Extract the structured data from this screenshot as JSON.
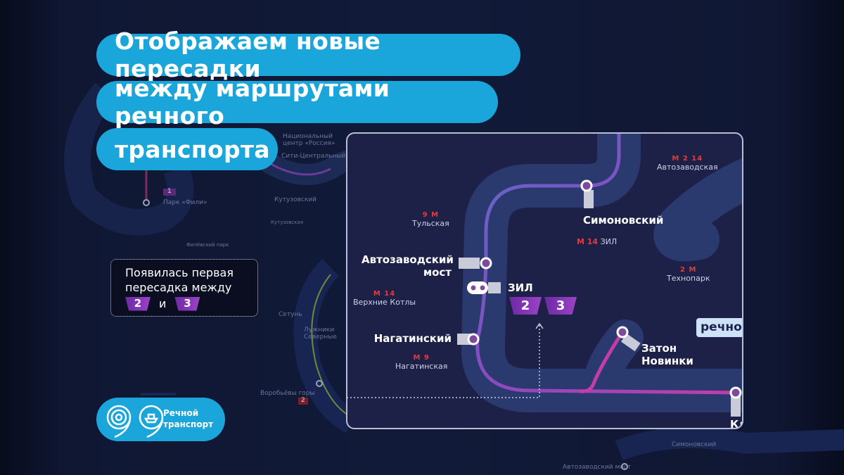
{
  "title_lines": [
    "Отображаем новые пересадки",
    "между маршрутами речного",
    "транспорта"
  ],
  "callout": {
    "text_line1": "Появилась первая",
    "text_line2": "пересадка между",
    "route_a": "2",
    "conjunction": "и",
    "route_b": "3"
  },
  "logo": {
    "line1": "Речной",
    "line2": "транспорт"
  },
  "background_labels": [
    "Национальный центр «Россия»",
    "Сити-Центральный",
    "Кутузовский",
    "Парк «Фили»",
    "1",
    "Сетунь",
    "Лужники Северные",
    "Воробьёвы горы",
    "2",
    "Симоновский",
    "Автозаводский мост",
    "Кутузовская",
    "Филёвский парк"
  ],
  "map": {
    "river_stations": [
      {
        "name_line1": "Симоновский",
        "name_line2": ""
      },
      {
        "name_line1": "Автозаводский",
        "name_line2": "мост"
      },
      {
        "name_line1": "ЗИЛ",
        "name_line2": ""
      },
      {
        "name_line1": "Нагатинский",
        "name_line2": ""
      },
      {
        "name_line1": "Затон",
        "name_line2": "Новинки"
      },
      {
        "name_line1": "Кл",
        "name_line2": ""
      }
    ],
    "metro_stations": [
      {
        "name": "Автозаводская",
        "icons": "М 2 14"
      },
      {
        "name": "Тульская",
        "icons": "9 М"
      },
      {
        "name": "ЗИЛ",
        "icons": "М 14"
      },
      {
        "name": "Технопарк",
        "icons": "2 М"
      },
      {
        "name": "Верхние Котлы",
        "icons": "М 14"
      },
      {
        "name": "Нагатинская",
        "icons": "М 9"
      }
    ],
    "route_badges": [
      "2",
      "3"
    ],
    "cut_label": "речно",
    "colors": {
      "route": "#c43ca9",
      "river": "#2b3a6e",
      "panel": "#1d2148",
      "accent": "#1aa6da"
    }
  }
}
